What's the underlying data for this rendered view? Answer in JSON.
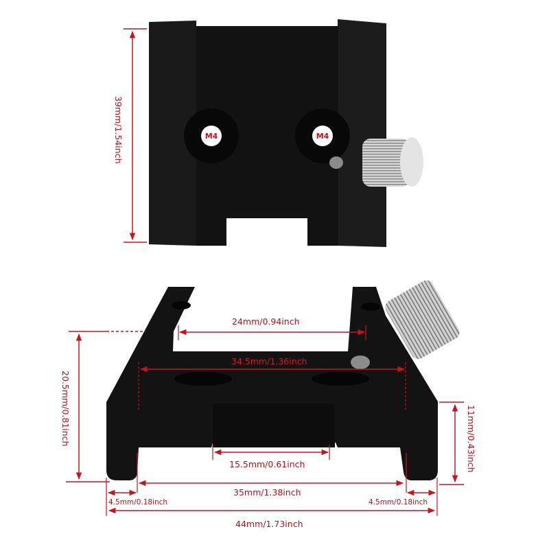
{
  "image": {
    "subject": "Black anodized aluminum finder dovetail base with knurled silver thumbscrew, shown in top view and front view with dimension callouts",
    "dimension_color": "#b3121b",
    "body_color": "#141414",
    "knob_color": "#c8c8c8"
  },
  "top_view": {
    "height_label": "39mm/1.54inch",
    "holes": [
      {
        "label": "M4"
      },
      {
        "label": "M4"
      }
    ]
  },
  "front_view": {
    "inner_top_width": "24mm/0.94inch",
    "base_width": "34.5mm/1.36inch",
    "slot_width": "15.5mm/0.61inch",
    "height_total": "20.5mm/0.81inch",
    "height_lower": "11mm/0.43inch",
    "foot_inner_span": "35mm/1.38inch",
    "foot_left": "4.5mm/0.18inch",
    "foot_right": "4.5mm/0.18inch",
    "overall_width": "44mm/1.73inch"
  }
}
